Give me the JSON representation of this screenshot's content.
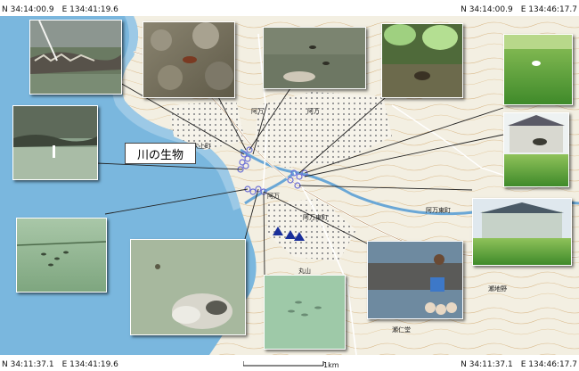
{
  "corners": {
    "top_left": "N 34:14:00.9　E 134:41:19.6",
    "top_right": "N 34:14:00.9　E 134:46:17.7",
    "bottom_left": "N 34:11:37.1　E 134:41:19.6",
    "bottom_right": "N 34:11:37.1　E 134:46:17.7"
  },
  "title": "川の生物",
  "place_labels": {
    "abo_kita": "阿万吹上町",
    "abo_west": "阿万",
    "abo_main": "阿万",
    "abo_higashi_a": "阿万東町",
    "abo_higashi_b": "阿万東町",
    "maru": "丸山",
    "abo_kou": "阿万",
    "setogamo": "瀬地野",
    "nishinoshou": "瀬仁堂"
  },
  "scale": {
    "label": "1km"
  },
  "colors": {
    "sea": "#7ab7de",
    "land": "#f3efe2",
    "contour": "#d9b98a",
    "river": "#6aa7d6",
    "road": "#ffffff",
    "marker": "#1a2f9a"
  }
}
